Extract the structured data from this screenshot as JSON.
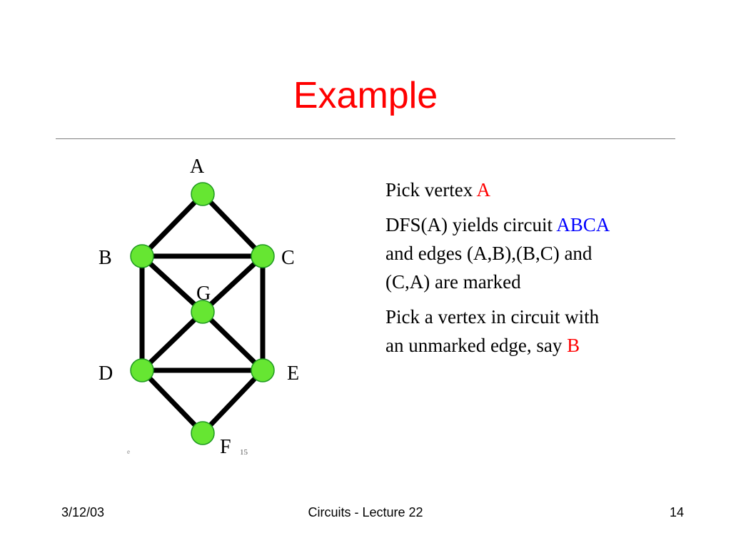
{
  "slide": {
    "title": "Example",
    "colors": {
      "title": "#ff0000",
      "highlight_red": "#ff0000",
      "highlight_blue": "#0000ff",
      "node_fill": "#66e632",
      "edge": "#000000"
    }
  },
  "graph": {
    "nodes": [
      {
        "id": "A",
        "label": "A"
      },
      {
        "id": "B",
        "label": "B"
      },
      {
        "id": "C",
        "label": "C"
      },
      {
        "id": "G",
        "label": "G"
      },
      {
        "id": "D",
        "label": "D"
      },
      {
        "id": "E",
        "label": "E"
      },
      {
        "id": "F",
        "label": "F"
      }
    ],
    "edges": [
      [
        "A",
        "B"
      ],
      [
        "A",
        "C"
      ],
      [
        "B",
        "C"
      ],
      [
        "B",
        "G"
      ],
      [
        "C",
        "G"
      ],
      [
        "B",
        "D"
      ],
      [
        "C",
        "E"
      ],
      [
        "G",
        "D"
      ],
      [
        "G",
        "E"
      ],
      [
        "D",
        "E"
      ],
      [
        "D",
        "F"
      ],
      [
        "E",
        "F"
      ]
    ],
    "stray_marks": [
      "e",
      "15"
    ]
  },
  "bullets": [
    {
      "runs": [
        {
          "text": "Pick vertex "
        },
        {
          "text": "A",
          "color": "red"
        }
      ]
    },
    {
      "runs": [
        {
          "text": "DFS(A) yields circuit "
        },
        {
          "text": "ABCA",
          "color": "blue"
        },
        {
          "text": " and edges (A,B),(B,C) and (C,A) are marked"
        }
      ]
    },
    {
      "runs": [
        {
          "text": "Pick a vertex in circuit with an unmarked edge, say "
        },
        {
          "text": "B",
          "color": "red"
        }
      ]
    }
  ],
  "footer": {
    "date": "3/12/03",
    "title": "Circuits - Lecture 22",
    "page": "14"
  }
}
